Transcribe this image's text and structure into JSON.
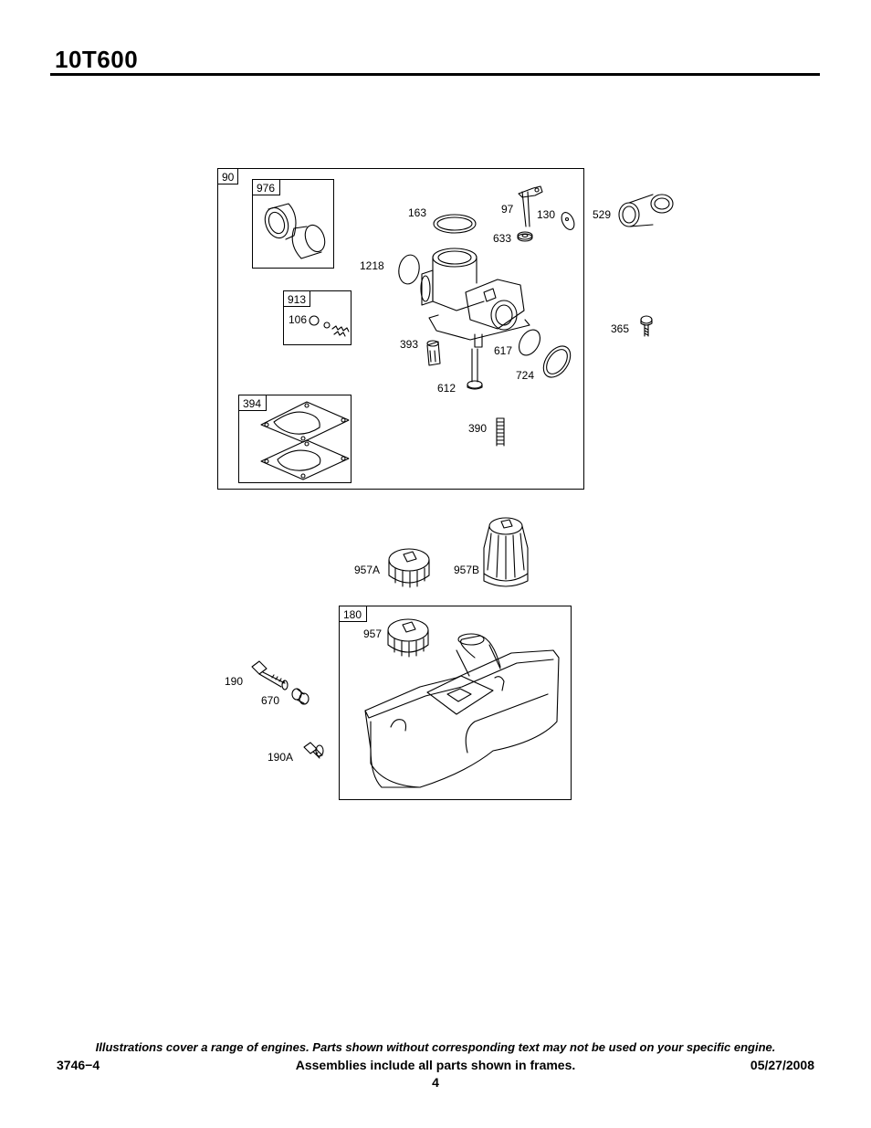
{
  "header": {
    "title": "10T600"
  },
  "frames": {
    "f90": "90",
    "f976": "976",
    "f913": "913",
    "f394": "394",
    "f180": "180"
  },
  "parts": {
    "p163": "163",
    "p97": "97",
    "p130": "130",
    "p633": "633",
    "p529": "529",
    "p1218": "1218",
    "p106": "106",
    "p365": "365",
    "p393": "393",
    "p617": "617",
    "p724": "724",
    "p612": "612",
    "p390": "390",
    "p957A": "957A",
    "p957B": "957B",
    "p957": "957",
    "p190": "190",
    "p670": "670",
    "p190A": "190A"
  },
  "footer": {
    "note": "Illustrations cover a range of engines. Parts shown without corresponding text may not be used on your specific engine.",
    "doc_number": "3746−4",
    "assemblies": "Assemblies include all parts shown in frames.",
    "date": "05/27/2008",
    "page": "4"
  }
}
